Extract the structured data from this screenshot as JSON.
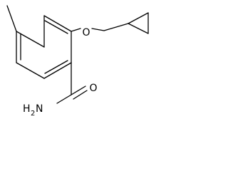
{
  "molecule": {
    "atoms": {
      "oxygen_ether": {
        "symbol": "O"
      },
      "oxygen_carbonyl": {
        "symbol": "O"
      },
      "amide_nitrogen": {
        "symbol": "H",
        "subscript": "2",
        "suffix": "N"
      }
    }
  }
}
